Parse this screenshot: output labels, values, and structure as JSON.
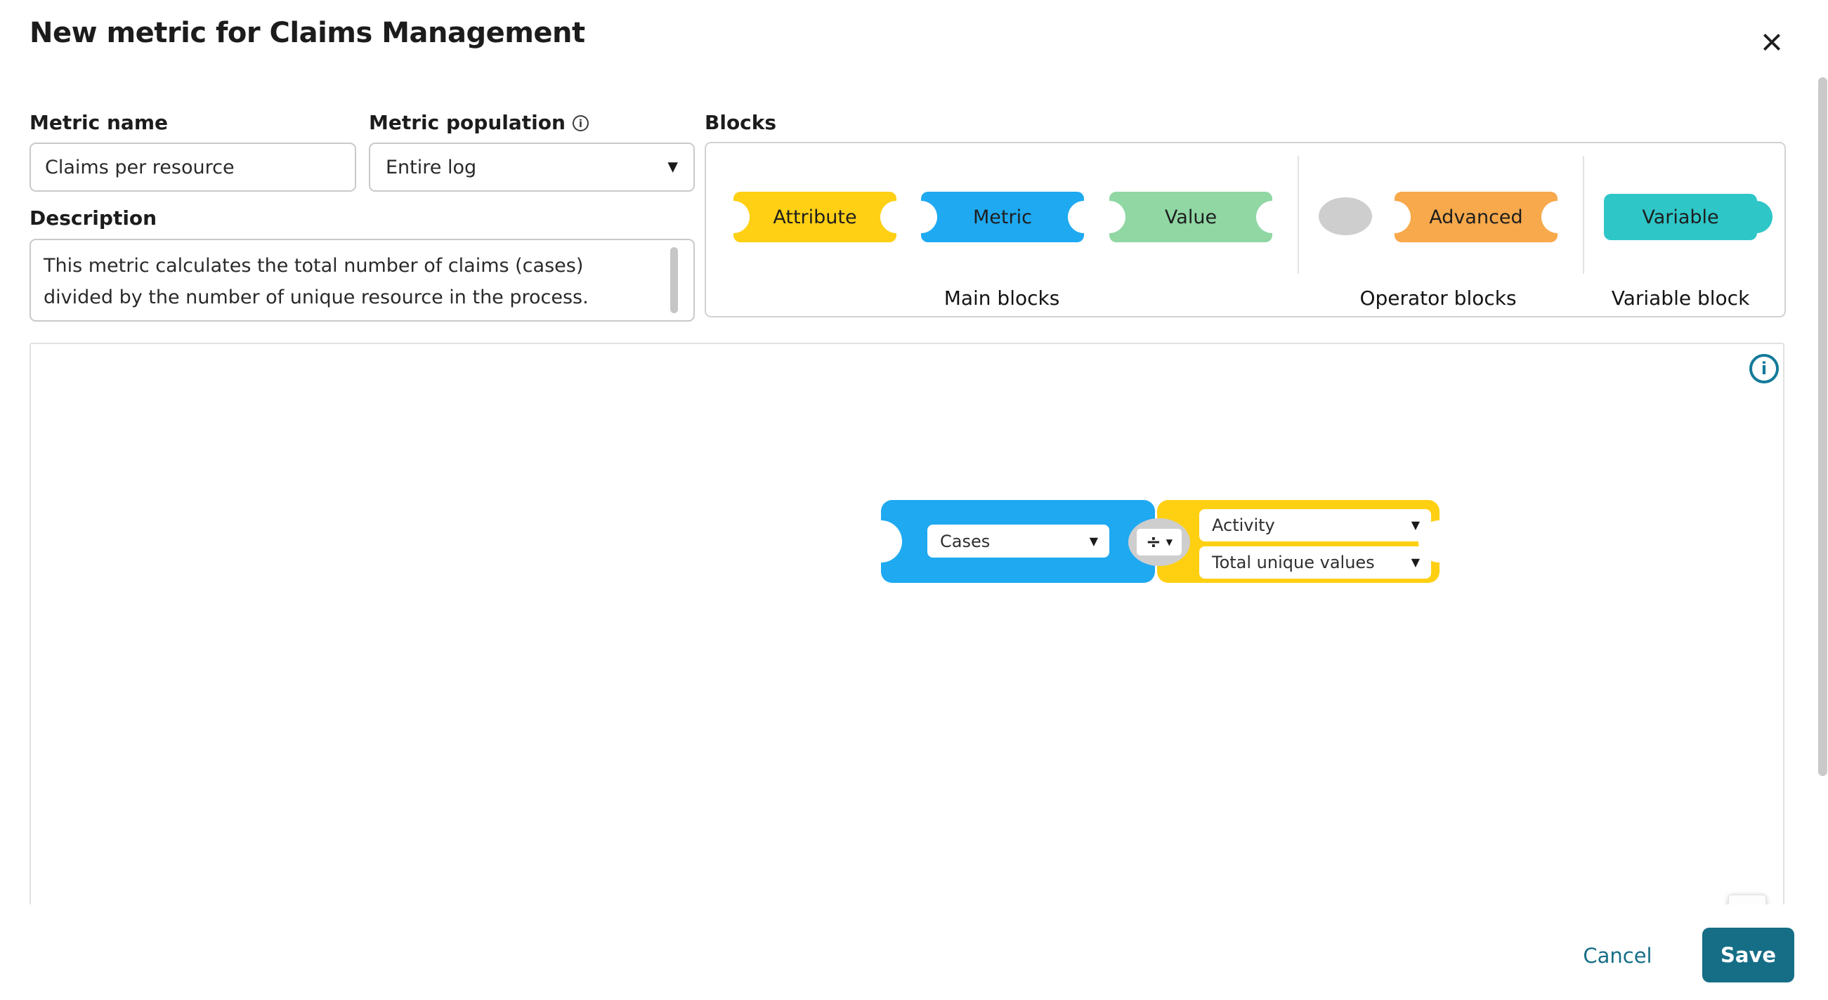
{
  "modal": {
    "title": "New metric for Claims Management"
  },
  "icons": {
    "close": "×",
    "info": "i",
    "caret_down": "▼"
  },
  "form": {
    "metric_name": {
      "label": "Metric name",
      "value": "Claims per resource"
    },
    "metric_population": {
      "label": "Metric population",
      "value": "Entire log"
    },
    "description": {
      "label": "Description",
      "value": "This metric calculates the total number of claims (cases)\ndivided by the number of unique resource in the process."
    }
  },
  "blocks": {
    "label": "Blocks",
    "palette": {
      "attribute": "Attribute",
      "metric": "Metric",
      "value": "Value",
      "advanced": "Advanced",
      "variable": "Variable"
    },
    "groups": {
      "main": "Main blocks",
      "operator": "Operator blocks",
      "variable": "Variable block"
    }
  },
  "canvas": {
    "expression": {
      "left_operand": "Cases",
      "operator": "÷",
      "right_attribute": "Activity",
      "right_aggregation": "Total unique values"
    }
  },
  "footer": {
    "cancel": "Cancel",
    "save": "Save"
  },
  "colors": {
    "attribute_yellow": "#FFD014",
    "metric_blue": "#1FA9F1",
    "value_green": "#90D7A4",
    "advanced_orange": "#F7A94B",
    "variable_teal": "#2FC6C8",
    "operator_gray": "#CECECE",
    "action_teal": "#156E86"
  }
}
